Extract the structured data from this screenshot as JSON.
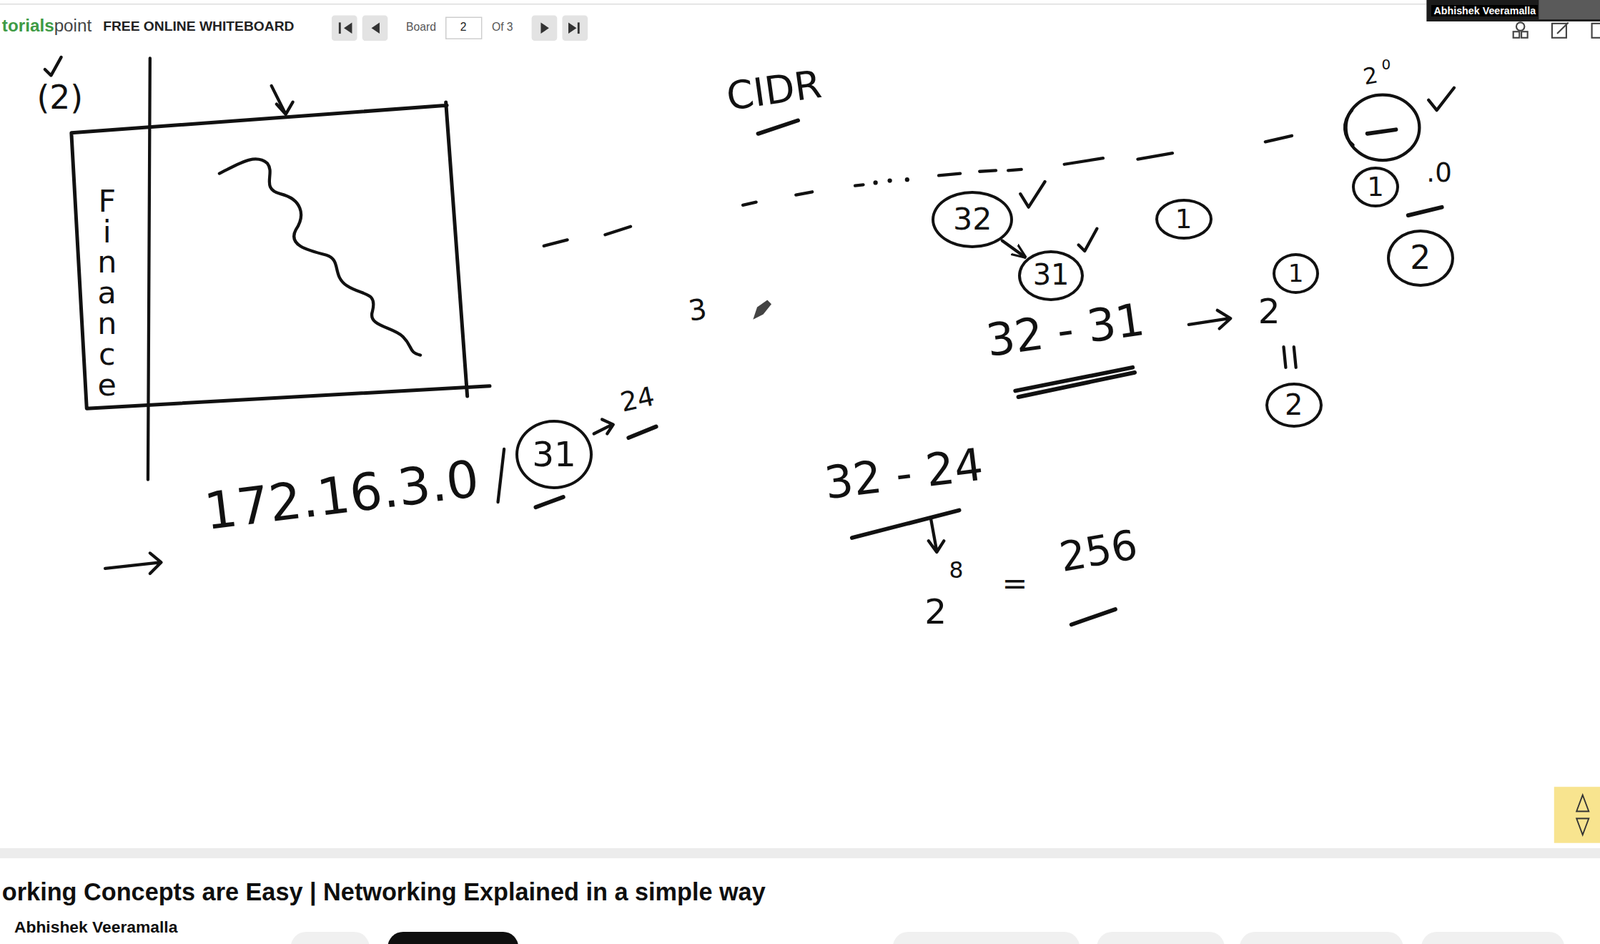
{
  "diagram": {
    "nodes": [
      {
        "text": [
          "Finance"
        ]
      },
      {
        "text": [
          "32"
        ]
      },
      {
        "text": [
          "31"
        ]
      },
      {
        "text": [
          "1"
        ]
      },
      {
        "text": [
          "1"
        ]
      },
      {
        "text": [
          "2"
        ]
      },
      {
        "text": [
          "1"
        ]
      },
      {
        "text": [
          "2"
        ]
      },
      {
        "text": [
          "31"
        ]
      }
    ],
    "edges": [
      {
        "from": 1,
        "to": 2,
        "arrow": "to"
      }
    ],
    "labels": [
      "torials",
      "point",
      "FREE ONLINE WHITEBOARD",
      "Board",
      "2",
      "Of 3",
      "Abhishek Veeramalla",
      "(2)",
      "CIDR",
      "2",
      "0",
      ".0",
      "3",
      "32 - 31",
      "2",
      "172.16.3.0",
      "24",
      "32 - 24",
      "2",
      "8",
      "=",
      "256",
      "orking Concepts are Easy | Networking Explained in a simple way",
      "Abhishek Veeramalla"
    ]
  }
}
